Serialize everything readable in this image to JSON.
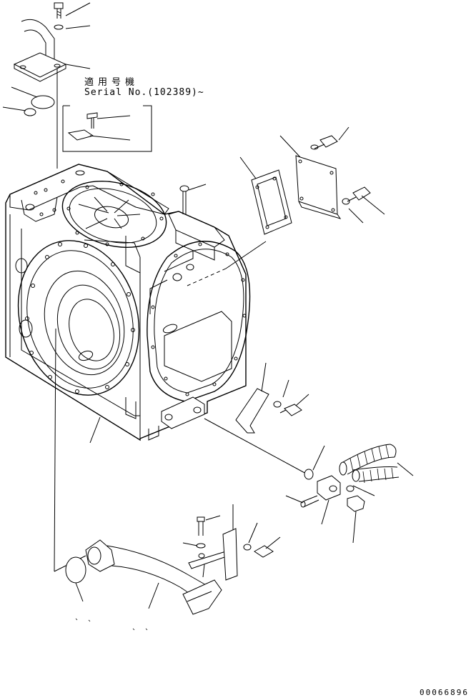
{
  "diagram": {
    "serial_applicability": {
      "title": "適用号機",
      "serial": "Serial No.(102389)~"
    },
    "document_number": "00066896"
  }
}
